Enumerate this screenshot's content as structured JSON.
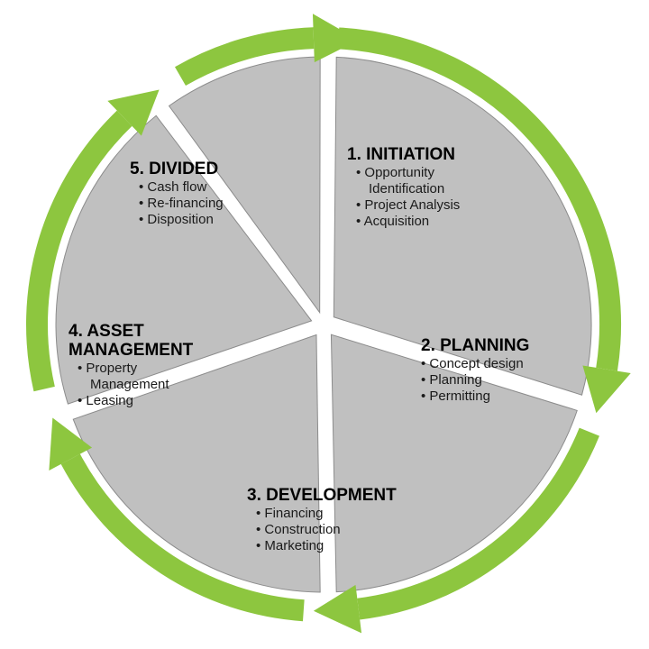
{
  "colors": {
    "segment_fill": "#c0c0c0",
    "arrow_green": "#8dc63f",
    "background": "#ffffff"
  },
  "stages": [
    {
      "title_lines": [
        "1. INITIATION"
      ],
      "items": [
        [
          "Opportunity",
          "Identification"
        ],
        [
          "Project Analysis"
        ],
        [
          "Acquisition"
        ]
      ]
    },
    {
      "title_lines": [
        "2. PLANNING"
      ],
      "items": [
        [
          "Concept design"
        ],
        [
          "Planning"
        ],
        [
          "Permitting"
        ]
      ]
    },
    {
      "title_lines": [
        "3. DEVELOPMENT"
      ],
      "items": [
        [
          "Financing"
        ],
        [
          "Construction"
        ],
        [
          "Marketing"
        ]
      ]
    },
    {
      "title_lines": [
        "4. ASSET",
        "MANAGEMENT"
      ],
      "items": [
        [
          "Property",
          "Management"
        ],
        [
          "Leasing"
        ]
      ]
    },
    {
      "title_lines": [
        "5. DIVIDED"
      ],
      "items": [
        [
          "Cash flow"
        ],
        [
          "Re-financing"
        ],
        [
          "Disposition"
        ]
      ]
    }
  ]
}
